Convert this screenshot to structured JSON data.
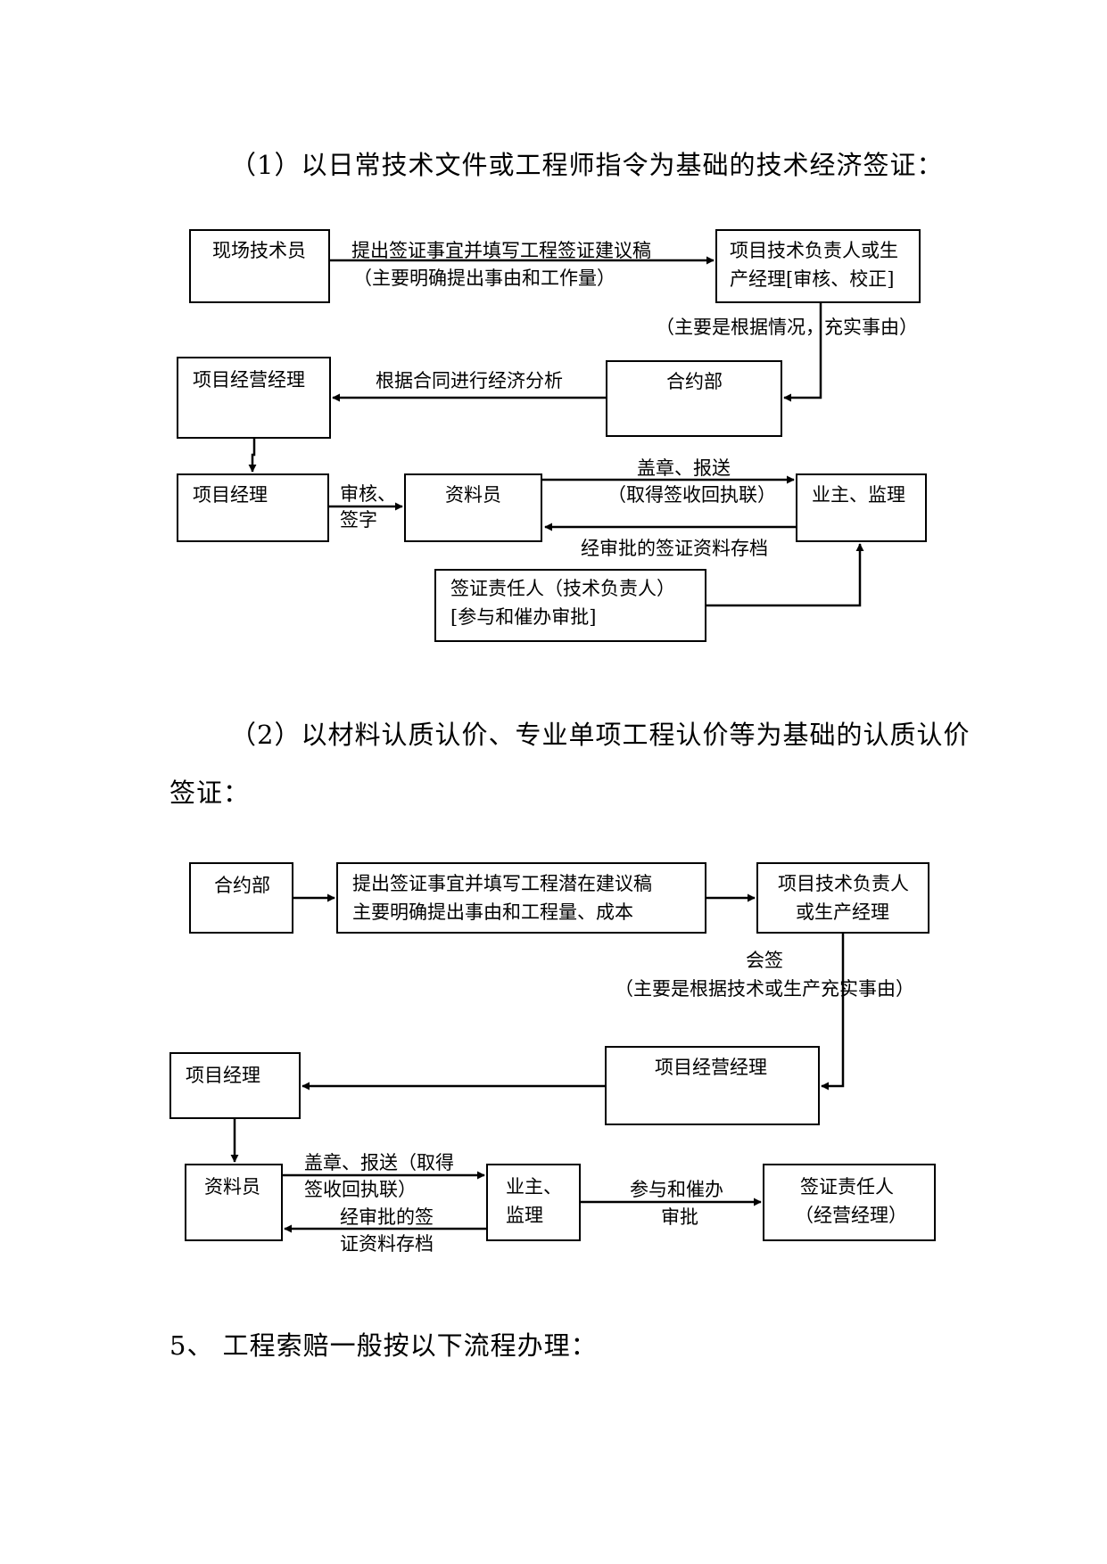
{
  "section1": {
    "heading": "（1）以日常技术文件或工程师指令为基础的技术经济签证：",
    "boxes": {
      "site_tech": "现场技术员",
      "tech_lead_1": "项目技术负责人或生",
      "tech_lead_2": "产经理[审核、校正]",
      "bus_mgr": "项目经营经理",
      "contract_dept": "合约部",
      "pm": "项目经理",
      "doc_clerk": "资料员",
      "owner": "业主、监理",
      "resp_1": "签证责任人（技术负责人）",
      "resp_2": "[参与和催办审批]"
    },
    "labels": {
      "submit_1": "提出签证事宜并填写工程签证建议稿",
      "submit_2": "（主要明确提出事由和工作量）",
      "basis": "（主要是根据情况，充实事由）",
      "analysis": "根据合同进行经济分析",
      "review_1": "审核、",
      "review_2": "签字",
      "stamp_1": "盖章、报送",
      "stamp_2": "（取得签收回执联）",
      "archive": "经审批的签证资料存档"
    }
  },
  "section2": {
    "heading_line1": "（2）以材料认质认价、专业单项工程认价等为基础的认质认价",
    "heading_line2": "签证：",
    "boxes": {
      "contract_dept": "合约部",
      "draft_1": "提出签证事宜并填写工程潜在建议稿",
      "draft_2": "主要明确提出事由和工程量、成本",
      "tech_lead_1": "项目技术负责人",
      "tech_lead_2": "或生产经理",
      "bus_mgr": "项目经营经理",
      "pm": "项目经理",
      "doc_clerk": "资料员",
      "owner_1": "业主、",
      "owner_2": "监理",
      "resp_1": "签证责任人",
      "resp_2": "（经营经理）"
    },
    "labels": {
      "cosign": "会签",
      "cosign_basis": "（主要是根据技术或生产充实事由）",
      "stamp_1": "盖章、报送（取得",
      "stamp_2": "签收回执联）",
      "archive_1": "经审批的签",
      "archive_2": "证资料存档",
      "urge_1": "参与和催办",
      "urge_2": "审批"
    }
  },
  "section5": {
    "heading": "5、 工程索赔一般按以下流程办理："
  }
}
